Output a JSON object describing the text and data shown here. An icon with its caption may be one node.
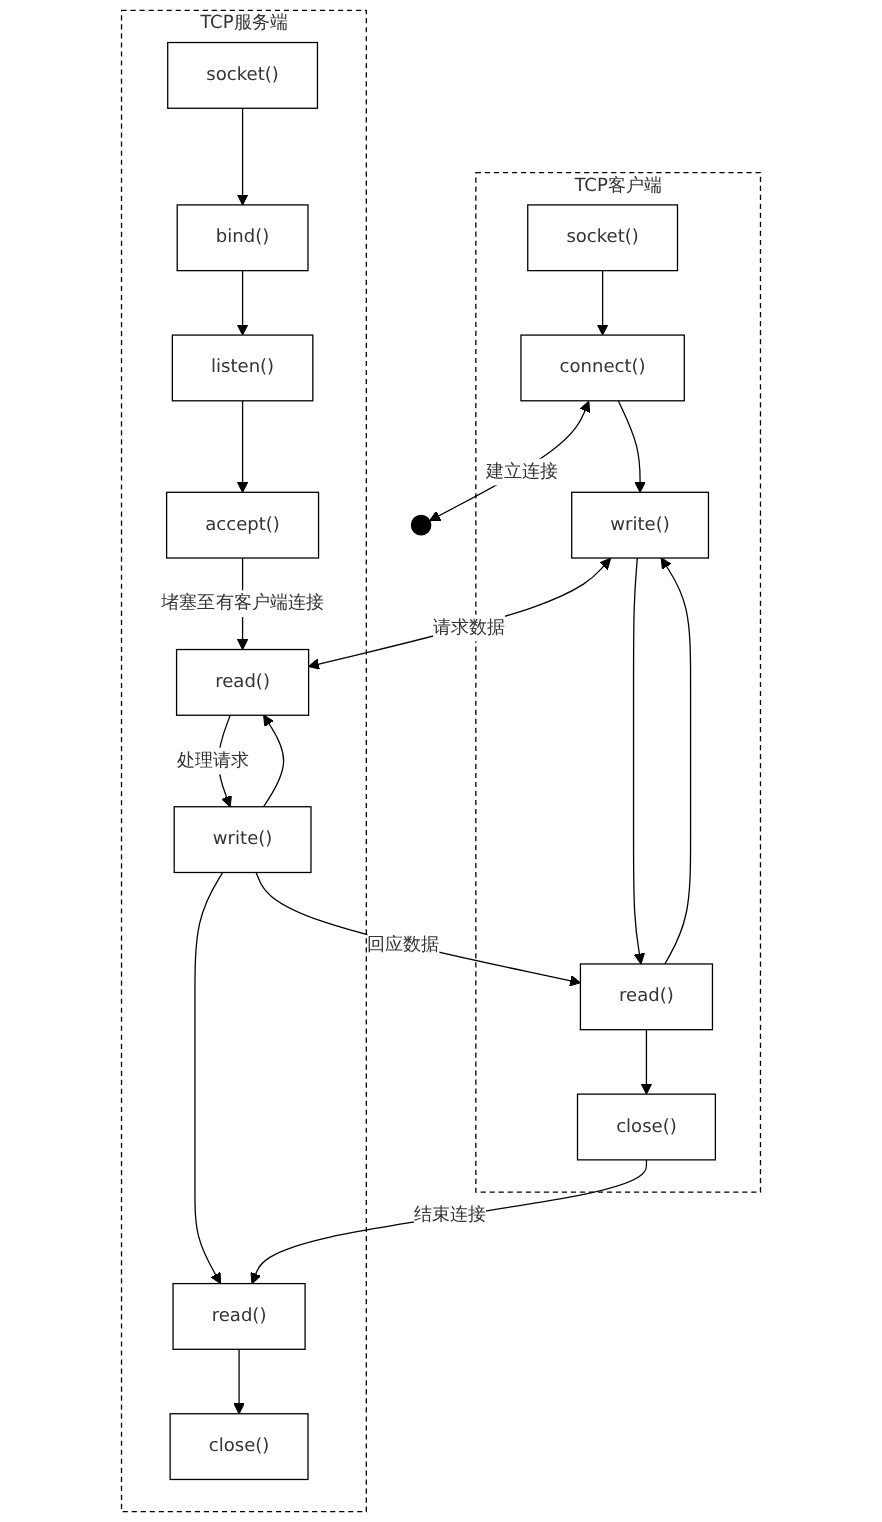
{
  "diagram": {
    "nodes": [
      {
        "text": [
          "TCP客户端"
        ]
      },
      {
        "text": [
          "socket()"
        ],
        "in": 0
      },
      {
        "text": [
          "connect()"
        ],
        "in": 0
      },
      {
        "text": [
          "write()"
        ],
        "in": 0
      },
      {
        "text": [
          "read()"
        ],
        "in": 0
      },
      {
        "text": [
          "close()"
        ],
        "in": 0
      },
      {
        "text": [
          "TCP服务端"
        ]
      },
      {
        "text": [
          "socket()"
        ],
        "in": 6
      },
      {
        "text": [
          "bind()"
        ],
        "in": 6
      },
      {
        "text": [
          "listen()"
        ],
        "in": 6
      },
      {
        "text": [
          "accept()"
        ],
        "in": 6
      },
      {
        "text": [
          "read()"
        ],
        "in": 6
      },
      {
        "text": [
          "write()"
        ],
        "in": 6
      },
      {
        "text": [
          "read()"
        ],
        "in": 6
      },
      {
        "text": [
          "close()"
        ],
        "in": 6
      }
    ],
    "edges": [
      {
        "from": 1,
        "to": 2,
        "arrow": "to"
      },
      {
        "from": 2,
        "to": 3,
        "arrow": "to"
      },
      {
        "from": 3,
        "to": 4,
        "arrow": "to"
      },
      {
        "from": 4,
        "to": 3,
        "arrow": "to"
      },
      {
        "from": 4,
        "to": 5,
        "arrow": "to"
      },
      {
        "from": 7,
        "to": 8,
        "arrow": "to"
      },
      {
        "from": 8,
        "to": 9,
        "arrow": "to"
      },
      {
        "from": 9,
        "to": 10,
        "arrow": "to"
      },
      {
        "from": 10,
        "to": 11,
        "arrow": "to",
        "label": "堵塞至有客户端连接"
      },
      {
        "from": 2,
        "to": null,
        "arrow": "both",
        "label": "建立连接"
      },
      {
        "from": 3,
        "to": 11,
        "arrow": "both",
        "label": "请求数据"
      },
      {
        "from": 11,
        "to": 12,
        "arrow": "to",
        "label": "处理请求"
      },
      {
        "from": 12,
        "to": 11,
        "arrow": "to"
      },
      {
        "from": 12,
        "to": 4,
        "arrow": "to",
        "label": "回应数据"
      },
      {
        "from": 12,
        "to": 13,
        "arrow": "to"
      },
      {
        "from": 5,
        "to": 13,
        "arrow": "to",
        "label": "结束连接"
      },
      {
        "from": 13,
        "to": 14,
        "arrow": "to"
      }
    ]
  }
}
